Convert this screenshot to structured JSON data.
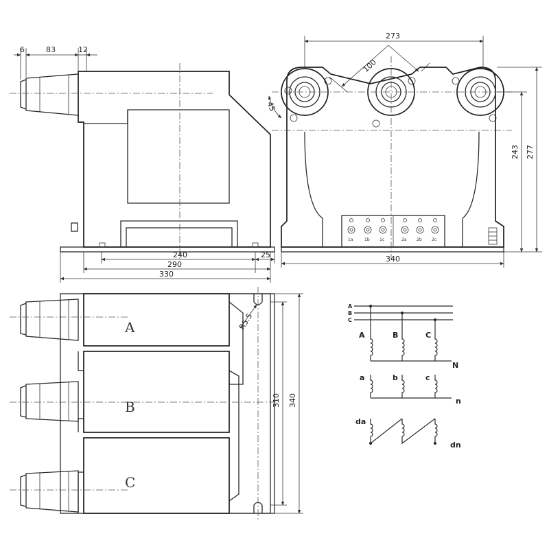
{
  "dimensions": {
    "side": {
      "d6": "6",
      "d83": "83",
      "d12": "12",
      "d240": "240",
      "d290": "290",
      "d330": "330",
      "d25": "25"
    },
    "front": {
      "d273": "273",
      "d100": "100",
      "d45": "45",
      "d243": "243",
      "d277": "277",
      "d340": "340"
    },
    "top": {
      "r55": "R5.5",
      "d310": "310",
      "d340": "340"
    }
  },
  "phases": [
    "A",
    "B",
    "C"
  ],
  "terminals": [
    "1a",
    "1b",
    "1c",
    "2a",
    "2b",
    "2c"
  ],
  "wiring": {
    "bus": [
      "A",
      "B",
      "C"
    ],
    "primary": [
      "A",
      "B",
      "C"
    ],
    "primary_neutral": "N",
    "secondary": [
      "a",
      "b",
      "c"
    ],
    "secondary_neutral": "n",
    "residual_start": "da",
    "residual_end": "dn"
  }
}
